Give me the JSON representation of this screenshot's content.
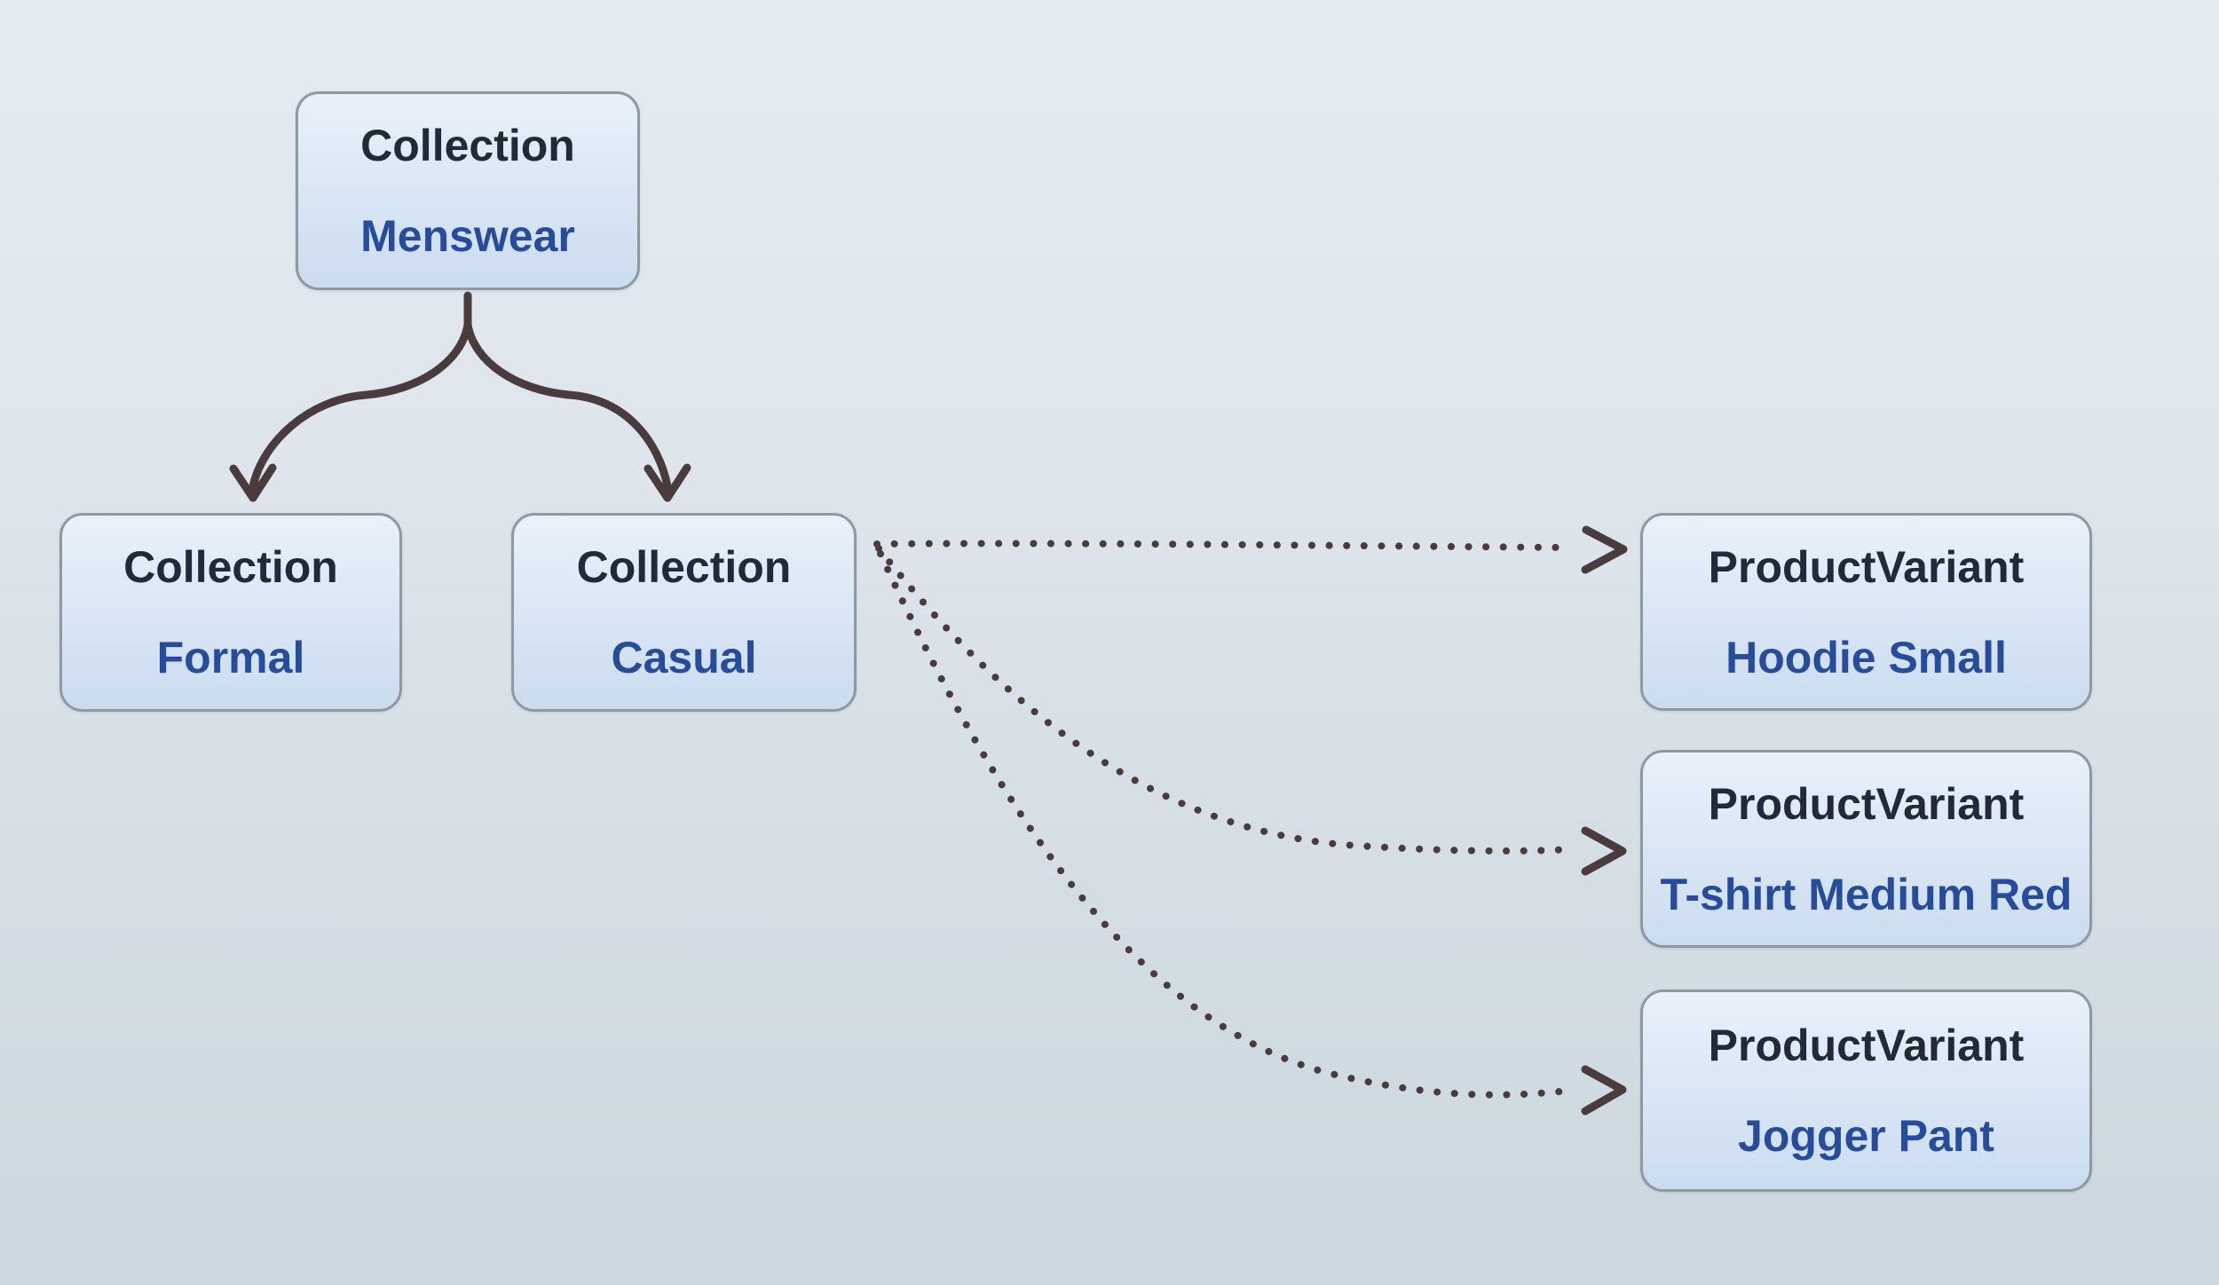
{
  "nodes": [
    {
      "type": "Collection",
      "name": "Menswear"
    },
    {
      "type": "Collection",
      "name": "Formal"
    },
    {
      "type": "Collection",
      "name": "Casual"
    },
    {
      "type": "ProductVariant",
      "name": "Hoodie Small"
    },
    {
      "type": "ProductVariant",
      "name": "T-shirt Medium Red"
    },
    {
      "type": "ProductVariant",
      "name": "Jogger Pant"
    }
  ],
  "edges": [
    {
      "from": "Menswear",
      "to": "Formal",
      "style": "solid",
      "arrowhead": "chevron"
    },
    {
      "from": "Menswear",
      "to": "Casual",
      "style": "solid",
      "arrowhead": "chevron"
    },
    {
      "from": "Casual",
      "to": "Hoodie Small",
      "style": "dotted",
      "arrowhead": "chevron"
    },
    {
      "from": "Casual",
      "to": "T-shirt Medium Red",
      "style": "dotted",
      "arrowhead": "chevron"
    },
    {
      "from": "Casual",
      "to": "Jogger Pant",
      "style": "dotted",
      "arrowhead": "chevron"
    }
  ],
  "colors": {
    "background_top": "#e5ebf2",
    "background_bottom": "#ccd7df",
    "node_fill_top": "#e9f1fa",
    "node_fill_bottom": "#cbdcf0",
    "node_border": "#8e99a2",
    "type_text": "#222a37",
    "name_text": "#274c9b",
    "arrow": "#4a3c3c"
  }
}
